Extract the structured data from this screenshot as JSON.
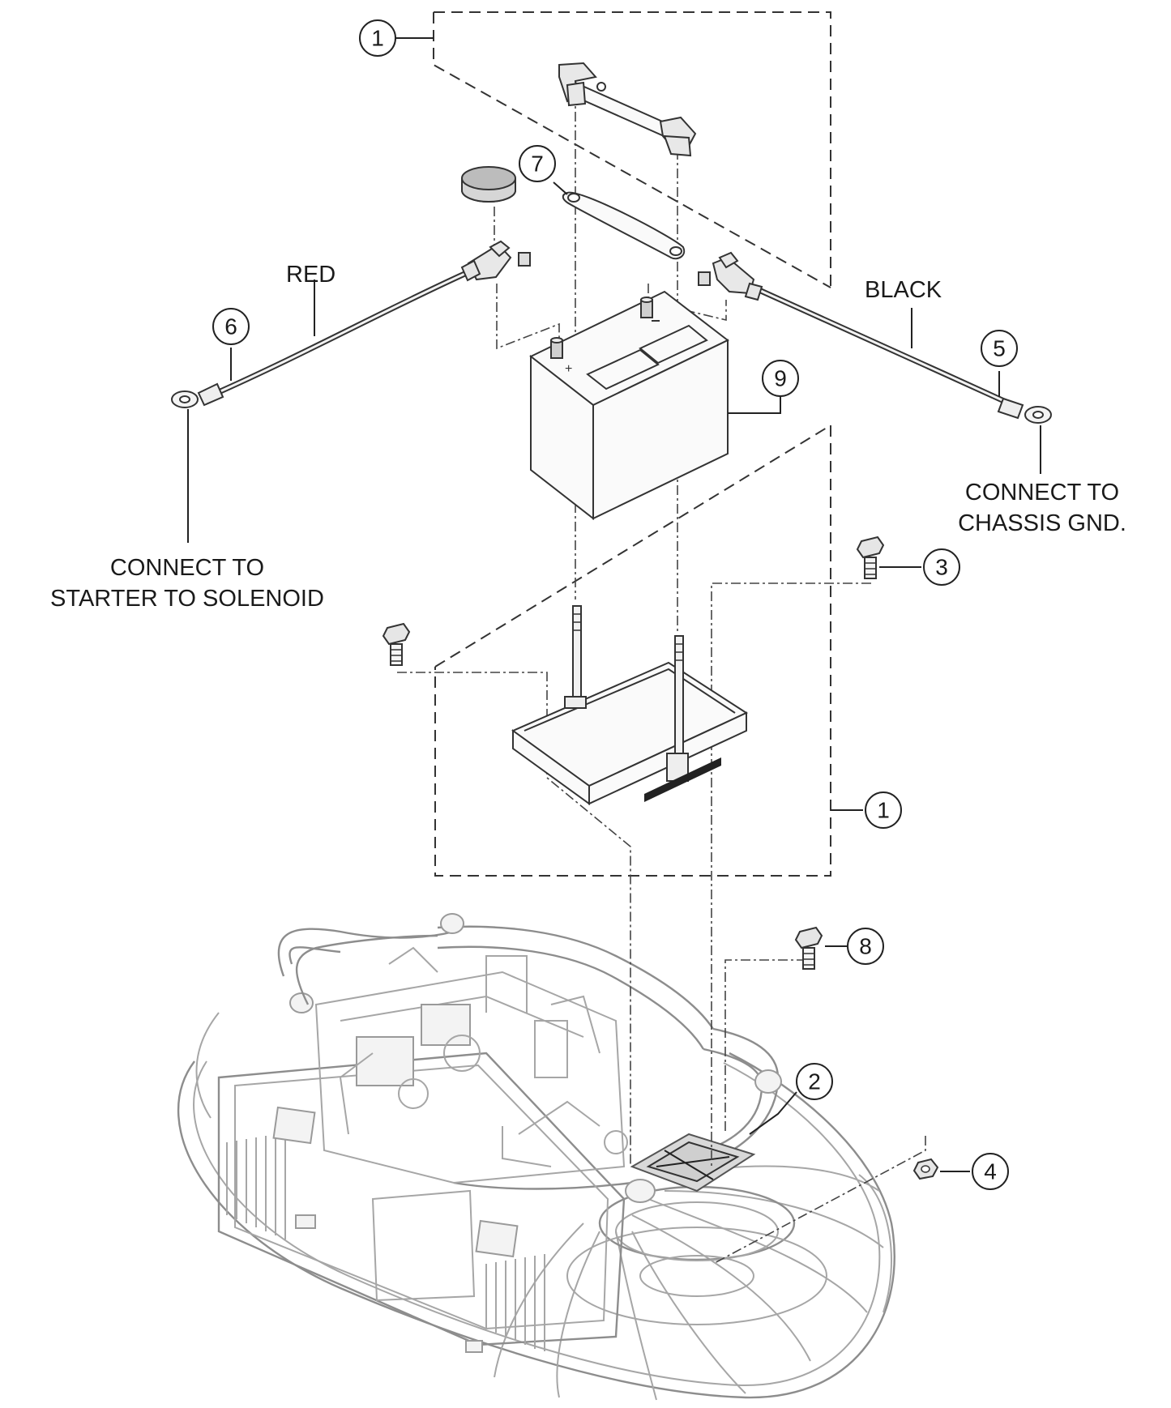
{
  "labels": {
    "red": "RED",
    "black": "BLACK",
    "starter_line1": "CONNECT TO",
    "starter_line2": "STARTER TO SOLENOID",
    "chassis_line1": "CONNECT TO",
    "chassis_line2": "CHASSIS GND."
  },
  "callouts": {
    "kit_top": "1",
    "kit_bottom": "1",
    "tray_pad": "2",
    "tray_bolt": "3",
    "nut": "4",
    "black_cable": "5",
    "red_cable": "6",
    "strap": "7",
    "pad_bolt": "8",
    "battery": "9"
  },
  "colors": {
    "line": "#222222",
    "ghost": "#a6a6a6",
    "background": "#ffffff"
  }
}
